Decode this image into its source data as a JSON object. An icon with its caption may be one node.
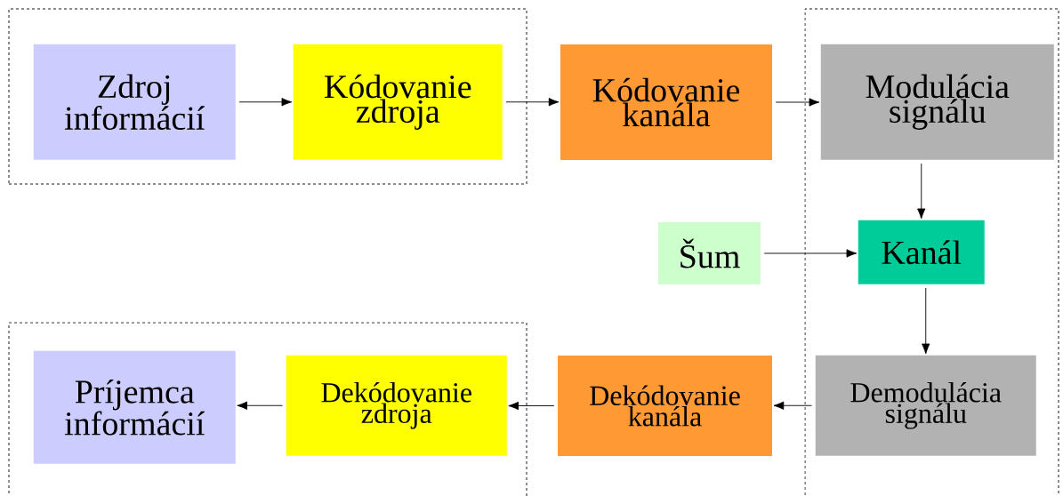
{
  "diagram": {
    "nodes": [
      {
        "text": [],
        "shape": "box"
      },
      {
        "text": [
          "Zdroj informácií"
        ],
        "in": 0
      },
      {
        "text": [
          "Kódovanie zdroja"
        ],
        "in": 0
      },
      {
        "text": [
          "Kódovanie kanála"
        ]
      },
      {
        "text": [],
        "shape": "box"
      },
      {
        "text": [
          "Modulácia signálu"
        ],
        "in": 4
      },
      {
        "text": [
          "Šum"
        ]
      },
      {
        "text": [
          "Kanál"
        ],
        "in": 4
      },
      {
        "text": [
          "Demodulácia signálu"
        ],
        "in": 4
      },
      {
        "text": [
          "Dekódovanie kanála"
        ]
      },
      {
        "text": [],
        "shape": "box"
      },
      {
        "text": [
          "Dekódovanie zdroja"
        ],
        "in": 10
      },
      {
        "text": [
          "Príjemca informácií"
        ],
        "in": 10
      }
    ],
    "edges": [
      {
        "from": 1,
        "to": 2,
        "arrow": "to"
      },
      {
        "from": 2,
        "to": 3,
        "arrow": "to"
      },
      {
        "from": 3,
        "to": 5,
        "arrow": "to"
      },
      {
        "from": 5,
        "to": 7,
        "arrow": "to"
      },
      {
        "from": 6,
        "to": 7,
        "arrow": "to"
      },
      {
        "from": 7,
        "to": 8,
        "arrow": "to"
      },
      {
        "from": 8,
        "to": 9,
        "arrow": "to"
      },
      {
        "from": 9,
        "to": 11,
        "arrow": "to"
      },
      {
        "from": 11,
        "to": 12,
        "arrow": "to"
      }
    ]
  }
}
